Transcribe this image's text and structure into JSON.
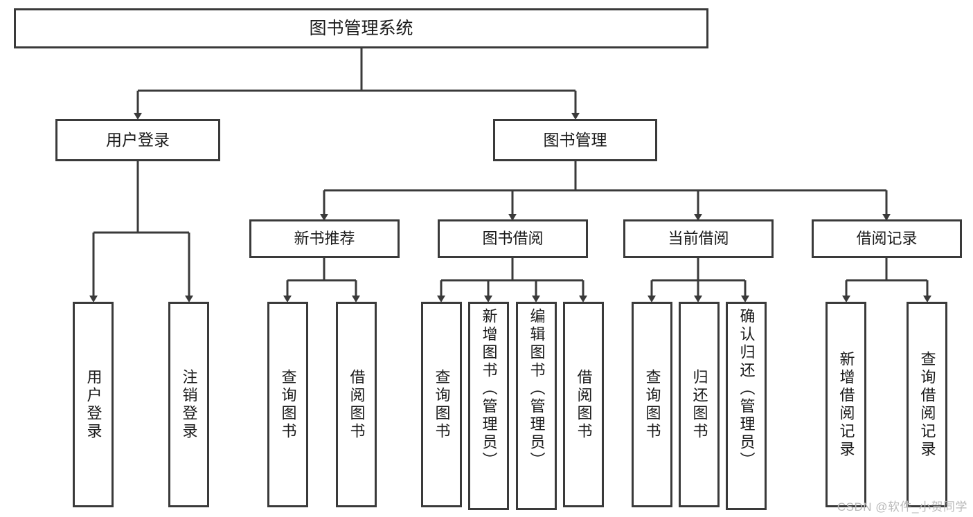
{
  "diagram": {
    "title": "图书管理系统",
    "style": {
      "background": "#ffffff",
      "border_color": "#3a3a3a",
      "text_color": "#1a1a1a",
      "watermark_color": "#b9b9b9"
    },
    "root": {
      "label": "图书管理系统"
    },
    "level1": [
      {
        "label": "用户登录"
      },
      {
        "label": "图书管理"
      }
    ],
    "level2": [
      {
        "label": "新书推荐"
      },
      {
        "label": "图书借阅"
      },
      {
        "label": "当前借阅"
      },
      {
        "label": "借阅记录"
      }
    ],
    "leaves": {
      "user_login": [
        {
          "label": "用户登录"
        },
        {
          "label": "注销登录"
        }
      ],
      "new_book_recommend": [
        {
          "label": "查询图书"
        },
        {
          "label": "借阅图书"
        }
      ],
      "book_borrow": [
        {
          "label": "查询图书"
        },
        {
          "label": "新增图书（管理员）"
        },
        {
          "label": "编辑图书（管理员）"
        },
        {
          "label": "借阅图书"
        }
      ],
      "current_borrow": [
        {
          "label": "查询图书"
        },
        {
          "label": "归还图书"
        },
        {
          "label": "确认归还（管理员）"
        }
      ],
      "borrow_record": [
        {
          "label": "新增借阅记录"
        },
        {
          "label": "查询借阅记录"
        }
      ]
    }
  },
  "watermark": {
    "text": "CSDN @软件_小贺同学"
  }
}
